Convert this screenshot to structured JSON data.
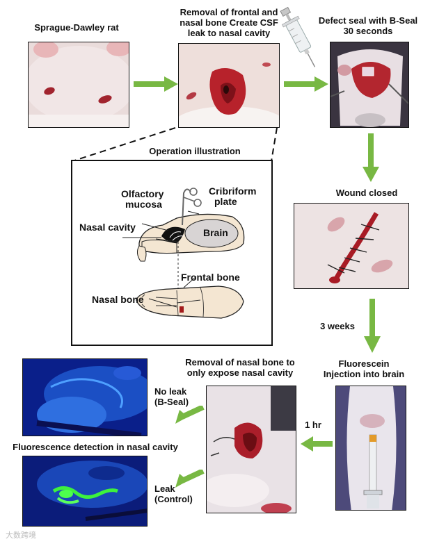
{
  "labels": {
    "step1": "Sprague-Dawley rat",
    "step2_line1": "Removal of frontal and",
    "step2_line2": "nasal bone Create CSF",
    "step2_line3": "leak to nasal cavity",
    "step3_line1": "Defect seal with B-Seal",
    "step3_line2": "30 seconds",
    "illustration_title": "Operation illustration",
    "step4": "Wound closed",
    "interval": "3 weeks",
    "step5_line1": "Fluorescein",
    "step5_line2": "Injection into brain",
    "interval2": "1 hr",
    "step6_line1": "Removal of nasal bone to",
    "step6_line2": "only expose nasal cavity",
    "detection": "Fluorescence detection in nasal cavity",
    "result_a_line1": "No leak",
    "result_a_line2": "(B-Seal)",
    "result_b_line1": "Leak",
    "result_b_line2": "(Control)"
  },
  "illustration": {
    "olfactory": "Olfactory",
    "mucosa": "mucosa",
    "cribriform": "Cribriform",
    "plate": "plate",
    "nasal_cavity": "Nasal cavity",
    "brain": "Brain",
    "frontal_bone": "Frontal bone",
    "nasal_bone": "Nasal bone"
  },
  "watermark": "大数跨境",
  "colors": {
    "arrow": "#78b843",
    "skin": "#e9dcd8",
    "wound": "#b3202a",
    "uv": "#0a1f8a",
    "fluor": "#3df23d"
  }
}
